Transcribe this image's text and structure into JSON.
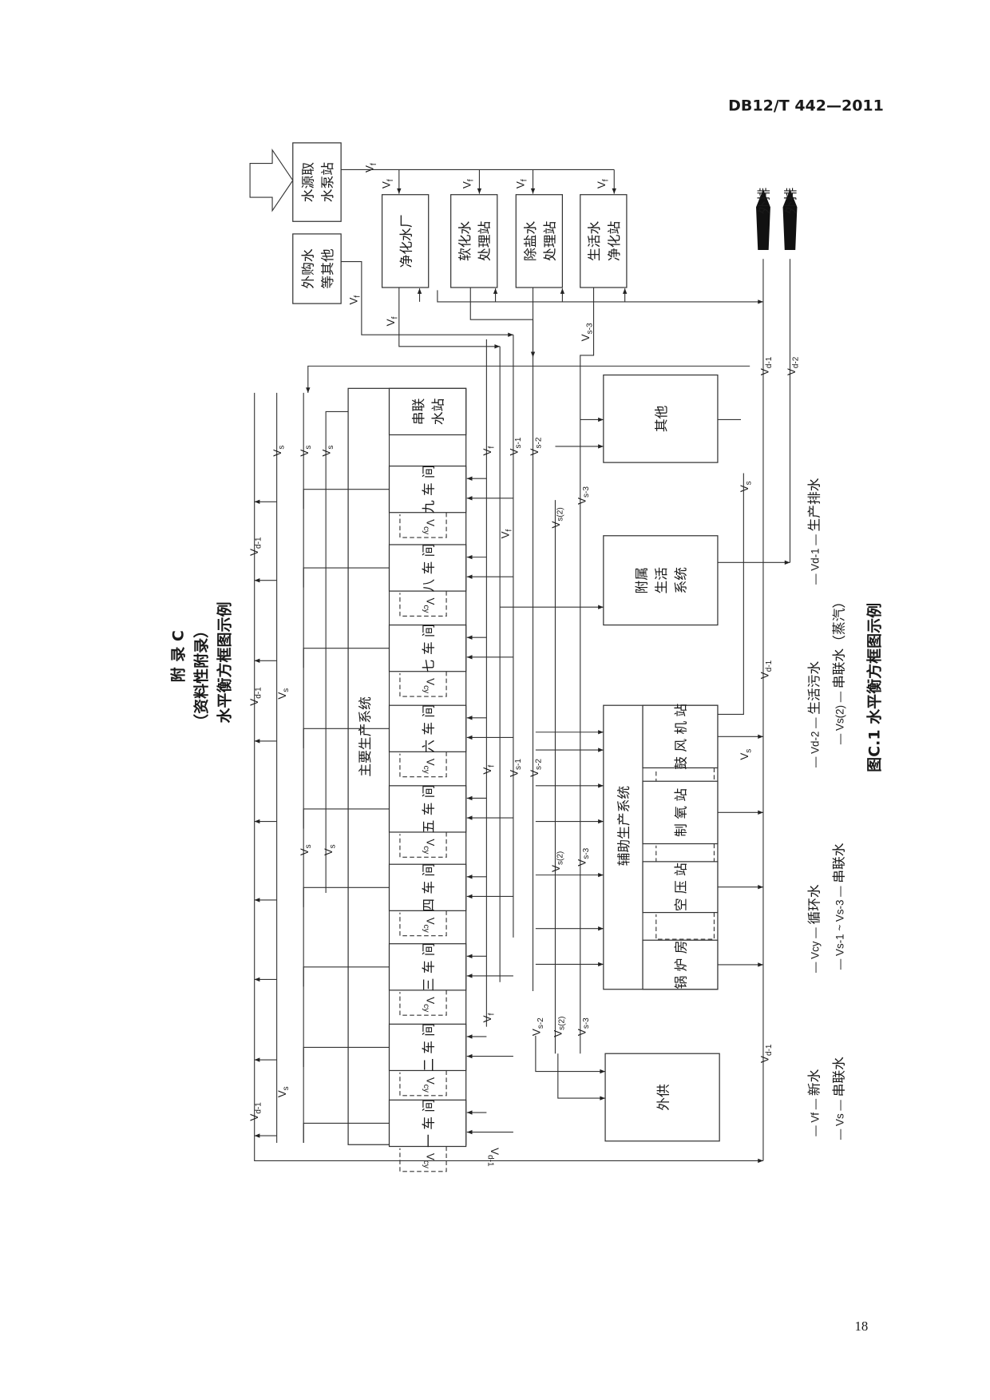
{
  "header": {
    "standard_number": "DB12/T 442—2011"
  },
  "title": {
    "appendix": "附 录 C",
    "type": "（资料性附录）",
    "name": "水平衡方框图示例"
  },
  "nodes": {
    "source": [
      "水源取",
      "水泵站"
    ],
    "purchased": [
      "外购水",
      "等其他"
    ],
    "purify_plant": [
      "净化水厂"
    ],
    "soften_station": [
      "软化水",
      "处理站"
    ],
    "desalt_station": [
      "除盐水",
      "处理站"
    ],
    "domestic_purify": [
      "生活水",
      "净化站"
    ],
    "discharge_1": "外排",
    "discharge_2": "外排",
    "main_system": "主要生产系统",
    "series_station": [
      "串联",
      "水站"
    ],
    "workshops": [
      "九 车 间",
      "八 车 间",
      "七 车 间",
      "六 车 间",
      "五 车 间",
      "四 车 间",
      "三 车 间",
      "二 车 间",
      "一 车 间"
    ],
    "others": "其他",
    "ancillary": [
      "附属",
      "生活",
      "系统"
    ],
    "aux_system": "辅助生产系统",
    "aux_units": [
      "鼓 风 机 站",
      "制 氧 站",
      "空 压 站",
      "锅 炉 房"
    ],
    "external_supply": "外供"
  },
  "flow_symbols": {
    "Vf": {
      "main": "V",
      "sub": "f"
    },
    "Vs": {
      "main": "V",
      "sub": "s"
    },
    "Vs1": {
      "main": "V",
      "sub": "s-1"
    },
    "Vs2": {
      "main": "V",
      "sub": "s-2"
    },
    "Vs3": {
      "main": "V",
      "sub": "s-3"
    },
    "Vs(2)": {
      "main": "V",
      "sub": "s(2)"
    },
    "Vd1": {
      "main": "V",
      "sub": "d-1"
    },
    "Vd2": {
      "main": "V",
      "sub": "d-2"
    },
    "Vcy": {
      "main": "V",
      "sub": "cy"
    }
  },
  "legend": [
    {
      "symbol": "Vf",
      "label": "新水"
    },
    {
      "symbol": "Vs",
      "label": "串联水"
    },
    {
      "symbol": "Vcy",
      "label": "循环水"
    },
    {
      "symbol": "Vs-1 ~ Vs-3",
      "label": "串联水"
    },
    {
      "symbol": "Vd-2",
      "label": "生活污水"
    },
    {
      "symbol": "Vs(2)",
      "label": "串联水（蒸汽）"
    },
    {
      "symbol": "Vd-1",
      "label": "生产排水"
    }
  ],
  "caption": "图C.1  水平衡方框图示例",
  "page_number": "18"
}
